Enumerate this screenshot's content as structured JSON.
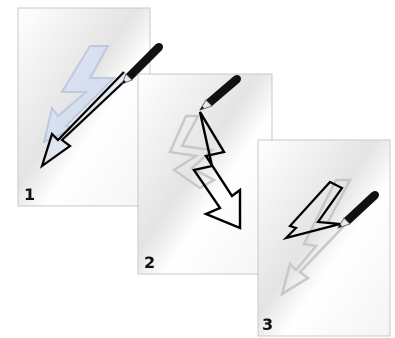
{
  "frames": [
    {
      "number": "1",
      "stroke": "#000000",
      "ghost_fill": "#dfe6f5",
      "ghost_stroke": "#b9c4dc",
      "fill": "#d7e2f4"
    },
    {
      "number": "2",
      "stroke": "#000000",
      "ghost_stroke": "#c8c8c8"
    },
    {
      "number": "3",
      "stroke": "#000000",
      "ghost_stroke": "#c8c8c8"
    }
  ],
  "colors": {
    "page_border": "#c8c8c8",
    "page_fill": "#ffffff",
    "page_shade": "#dcdcdc",
    "pencil_body": "#111111",
    "pencil_wood": "#e8e8e8"
  },
  "icons": [
    "pencil-icon",
    "lightning-arrow-icon"
  ]
}
